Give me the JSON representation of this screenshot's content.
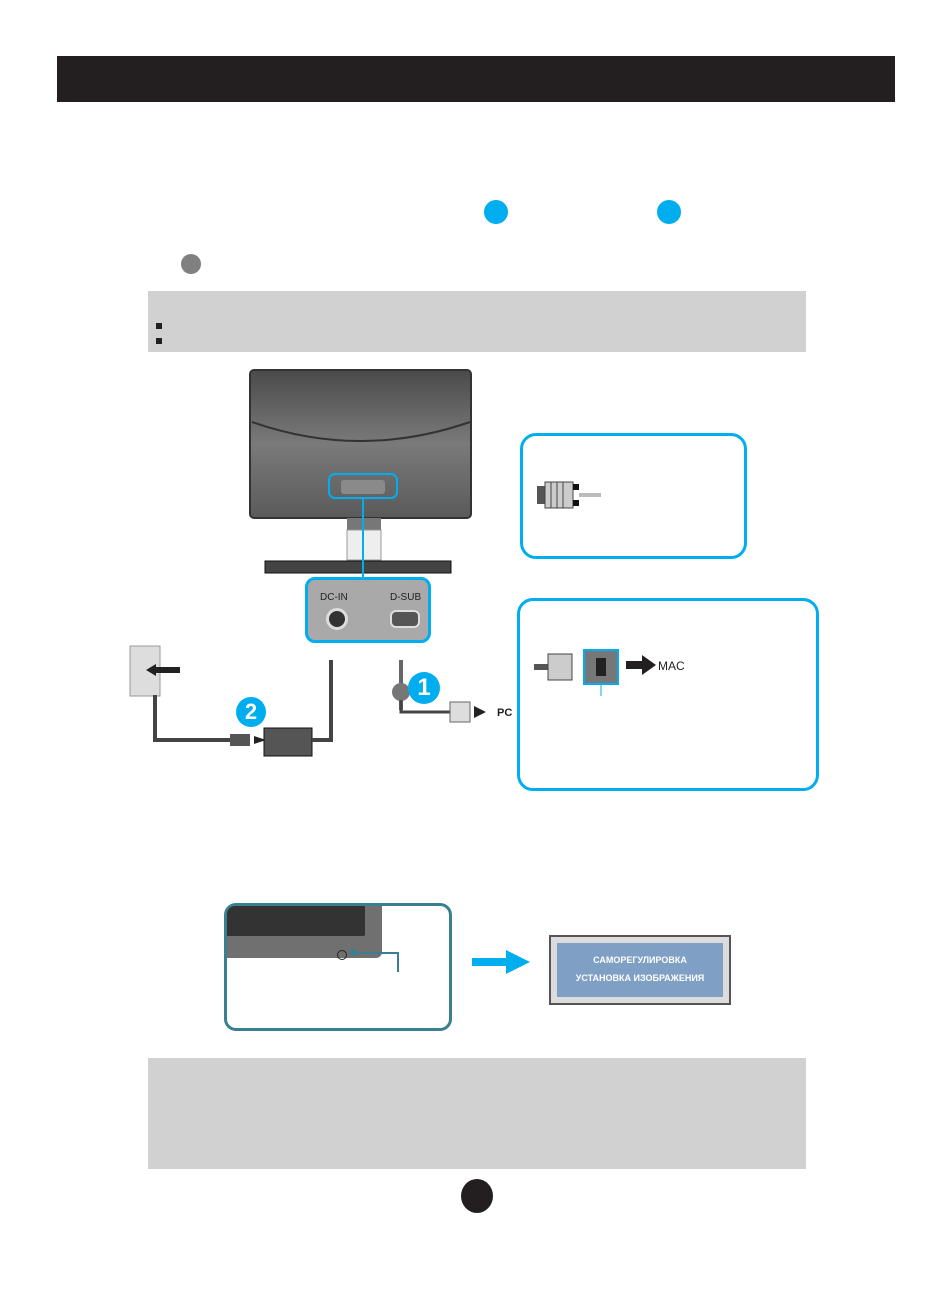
{
  "header": {
    "title": ""
  },
  "step_markers": {
    "marker_1_color": "#00aeef",
    "marker_2_color": "#00aeef",
    "note_marker_color": "#808080"
  },
  "note_box_top": {
    "bullets": [
      "",
      ""
    ]
  },
  "diagram": {
    "ports": {
      "dc_in_label": "DC-IN",
      "d_sub_label": "D-SUB"
    },
    "step_badges": [
      {
        "number": "1"
      },
      {
        "number": "2"
      }
    ],
    "pc_label": "PC",
    "mac_label": "MAC",
    "accent_color": "#00aeef"
  },
  "osd": {
    "line1": "САМОРЕГУЛИРОВКА",
    "line2": "УСТАНОВКА  ИЗОБРАЖЕНИЯ"
  },
  "note_box_bottom": {
    "text": ""
  },
  "page_number": ""
}
